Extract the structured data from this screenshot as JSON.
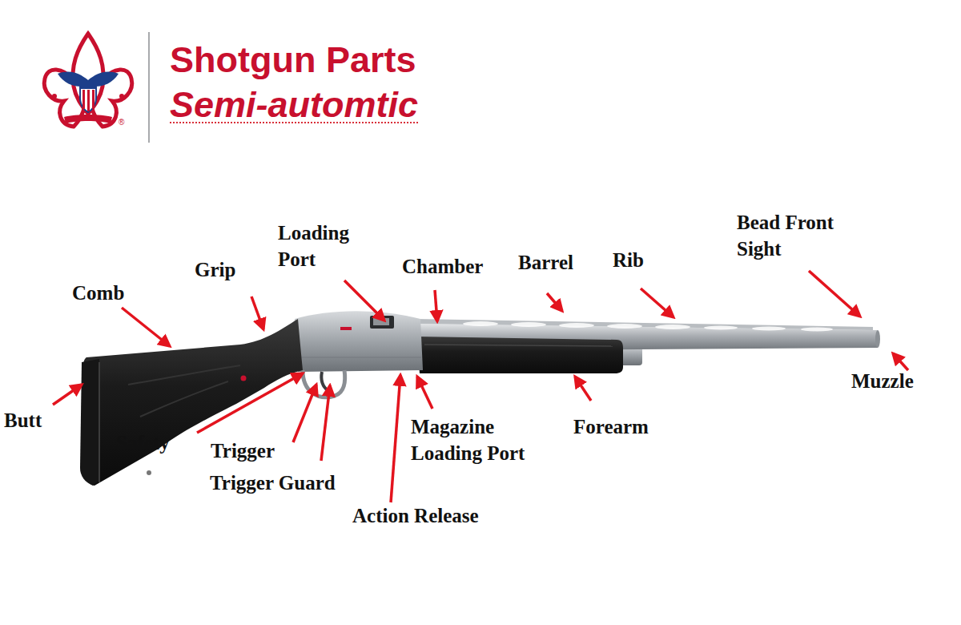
{
  "diagram": {
    "title": "Shotgun Parts",
    "labels": [
      "Semi-automtic",
      "®",
      "Comb",
      "Grip",
      "Loading Port",
      "Chamber",
      "Barrel",
      "Rib",
      "Bead Front Sight",
      "Butt",
      "Safety",
      "Trigger",
      "Trigger Guard",
      "Action Release",
      "Magazine Loading Port",
      "Forearm",
      "Muzzle"
    ]
  }
}
